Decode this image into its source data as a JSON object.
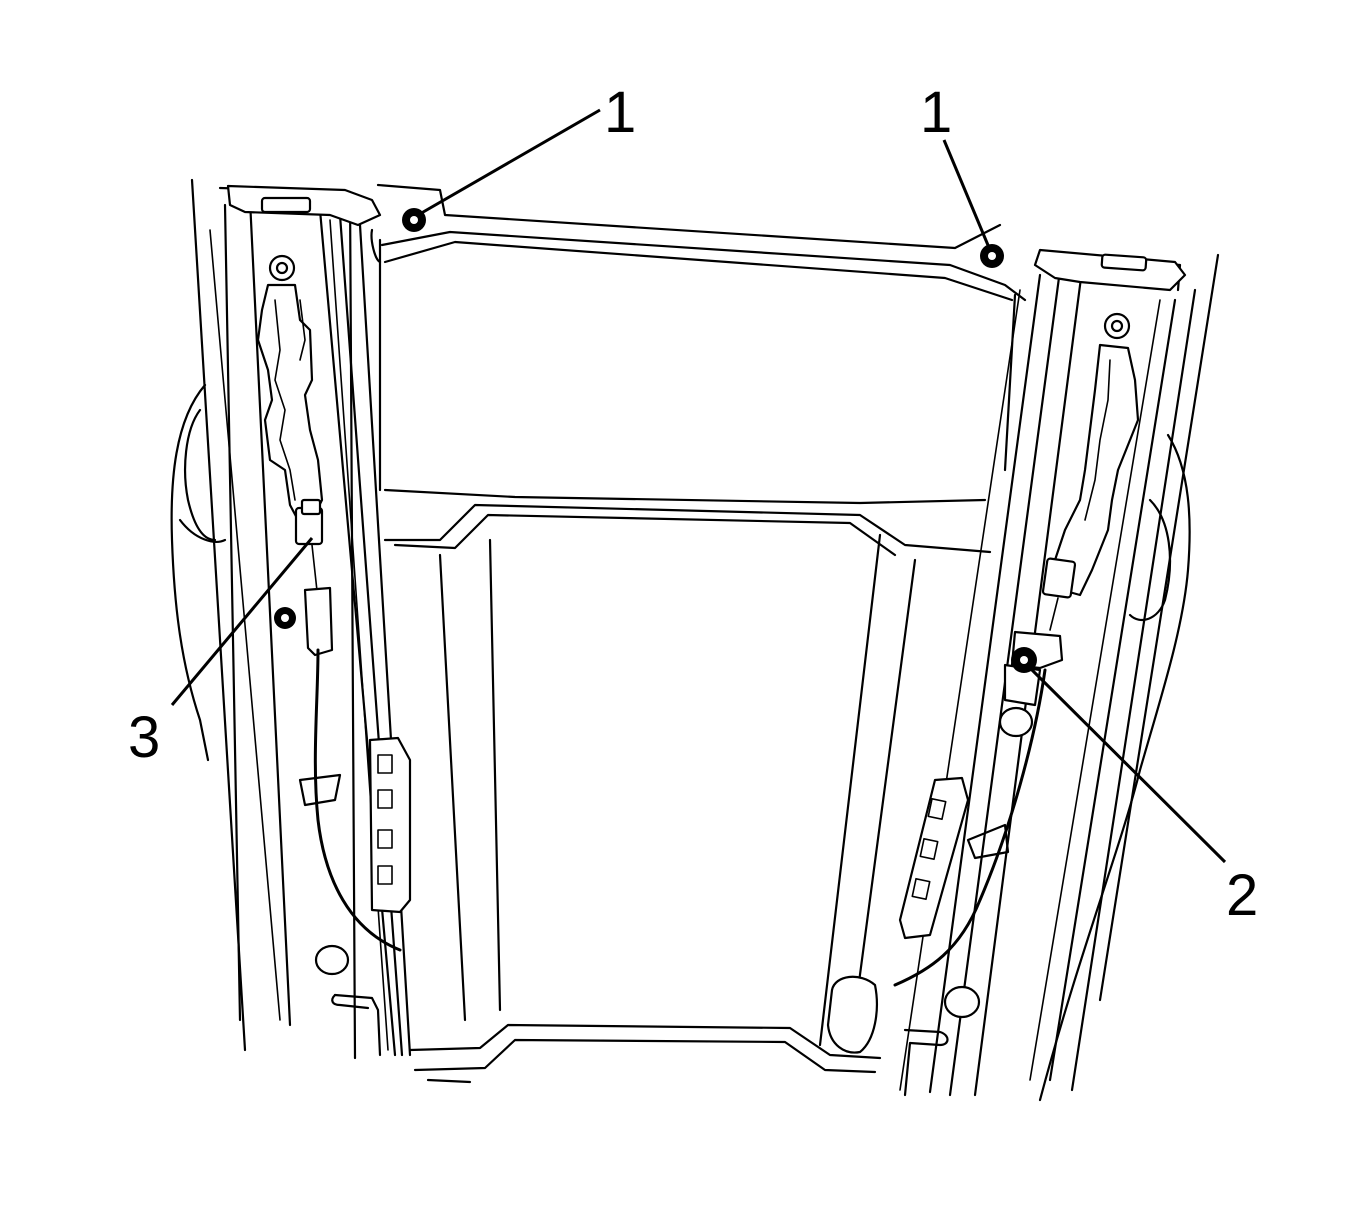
{
  "callouts": [
    {
      "id": "c1a",
      "label": "1"
    },
    {
      "id": "c1b",
      "label": "1"
    },
    {
      "id": "c2",
      "label": "2"
    },
    {
      "id": "c3",
      "label": "3"
    }
  ],
  "colors": {
    "ink": "#000000",
    "paper": "#ffffff"
  }
}
